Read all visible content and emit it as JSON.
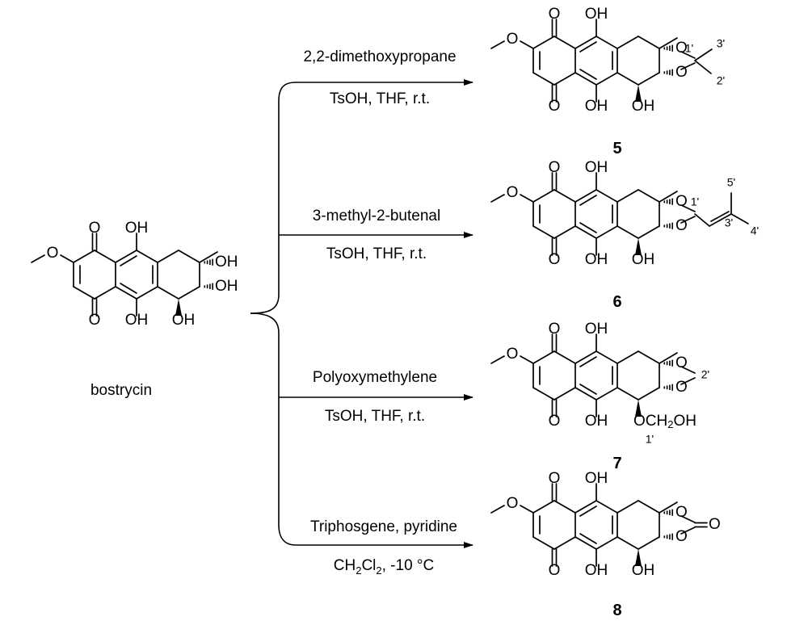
{
  "scheme": {
    "start": {
      "name": "bostrycin",
      "atoms": {
        "ketone_top": "O",
        "ketone_bottom": "O",
        "oh_peri_top": "OH",
        "oh_peri_bottom": "OH",
        "oh_tertiary": "OH",
        "oh_secondary": "OH",
        "oh_benzylic": "OH",
        "methoxy_o": "O"
      }
    },
    "reactions": [
      {
        "reagent": "2,2-dimethoxypropane",
        "conditions": "TsOH, THF, r.t.",
        "product": "5",
        "atom_labels": {
          "ketone_top": "O",
          "ketone_bottom": "O",
          "oh_peri_top": "OH",
          "oh_peri_bottom": "OH",
          "oh_benzylic": "OH",
          "methoxy_o": "O",
          "acetal_o_upper": "O",
          "acetal_o_lower": "O"
        },
        "positions": [
          "1'",
          "2'",
          "3'"
        ]
      },
      {
        "reagent": "3-methyl-2-butenal",
        "conditions": "TsOH, THF, r.t.",
        "product": "6",
        "atom_labels": {
          "ketone_top": "O",
          "ketone_bottom": "O",
          "oh_peri_top": "OH",
          "oh_peri_bottom": "OH",
          "oh_benzylic": "OH",
          "methoxy_o": "O",
          "acetal_o_upper": "O",
          "acetal_o_lower": "O"
        },
        "positions": [
          "1'",
          "3'",
          "4'",
          "5'"
        ]
      },
      {
        "reagent": "Polyoxymethylene",
        "conditions": "TsOH, THF, r.t.",
        "product": "7",
        "atom_labels": {
          "ketone_top": "O",
          "ketone_bottom": "O",
          "oh_peri_top": "OH",
          "oh_peri_bottom": "OH",
          "methoxy_o": "O",
          "acetal_o_upper": "O",
          "acetal_o_lower": "O",
          "ether_o": "O",
          "ch2_c": "CH",
          "ch2_sub": "2",
          "ch2_oh": "OH"
        },
        "positions": [
          "1'",
          "2'"
        ]
      },
      {
        "reagent": "Triphosgene, pyridine",
        "conditions_main": "CH",
        "conditions_sub1": "2",
        "conditions_mid": "Cl",
        "conditions_sub2": "2",
        "conditions_rest": ", -10 °C",
        "product": "8",
        "atom_labels": {
          "ketone_top": "O",
          "ketone_bottom": "O",
          "oh_peri_top": "OH",
          "oh_peri_bottom": "OH",
          "oh_benzylic": "OH",
          "methoxy_o": "O",
          "carbonate_o_upper": "O",
          "carbonate_o_lower": "O",
          "carbonate_o_exo": "O"
        }
      }
    ]
  },
  "colors": {
    "ink": "#000000",
    "background": "#ffffff"
  }
}
